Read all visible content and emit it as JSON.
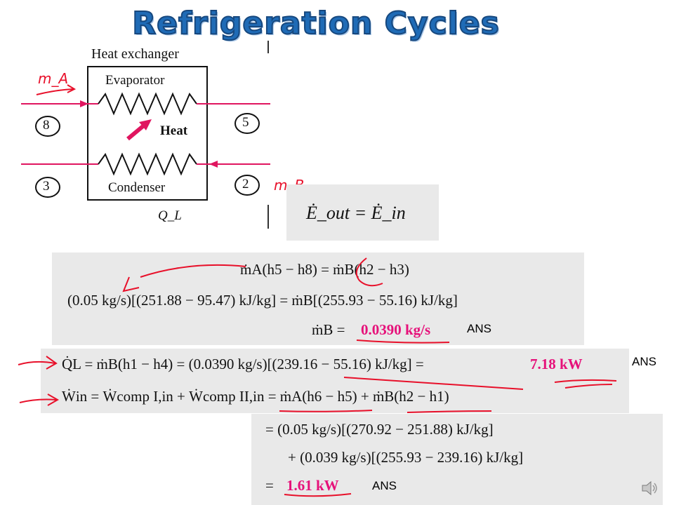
{
  "title": "Refrigeration Cycles",
  "diagram": {
    "heading": "Heat exchanger",
    "evaporator": "Evaporator",
    "condenser": "Condenser",
    "heat": "Heat",
    "ql": "Q_L",
    "state_8": "8",
    "state_5": "5",
    "state_3": "3",
    "state_2": "2",
    "hand_ma": "m_A",
    "hand_mb": "m_B"
  },
  "energy_balance": {
    "lhs": "Ė_out = Ė_in"
  },
  "panel1": {
    "line1": "ṁA(h5 − h8) = ṁB(h2 − h3)",
    "line2": "(0.05 kg/s)[(251.88 − 95.47) kJ/kg] = ṁB[(255.93 − 55.16) kJ/kg]",
    "line3_label": "ṁB =",
    "line3_value": "0.0390 kg/s",
    "ans": "ANS"
  },
  "panel2": {
    "line1": "Q̇L = ṁB(h1 − h4) = (0.0390 kg/s)[(239.16 − 55.16) kJ/kg] =",
    "line1_value": "7.18 kW",
    "line2": "Ẇin = Ẇcomp I,in + Ẇcomp II,in = ṁA(h6 − h5) + ṁB(h2 − h1)",
    "ans": "ANS"
  },
  "panel3": {
    "line1": "= (0.05 kg/s)[(270.92 − 251.88) kJ/kg]",
    "line2": "+ (0.039 kg/s)[(255.93 − 239.16) kJ/kg]",
    "line3_label": "=",
    "line3_value": "1.61 kW",
    "ans": "ANS"
  },
  "colors": {
    "title": "#1f6bb6",
    "highlight": "#e6117a",
    "annotation": "#e8102a",
    "panel": "#e9e9e9"
  },
  "icons": {
    "speaker": "speaker-icon"
  }
}
